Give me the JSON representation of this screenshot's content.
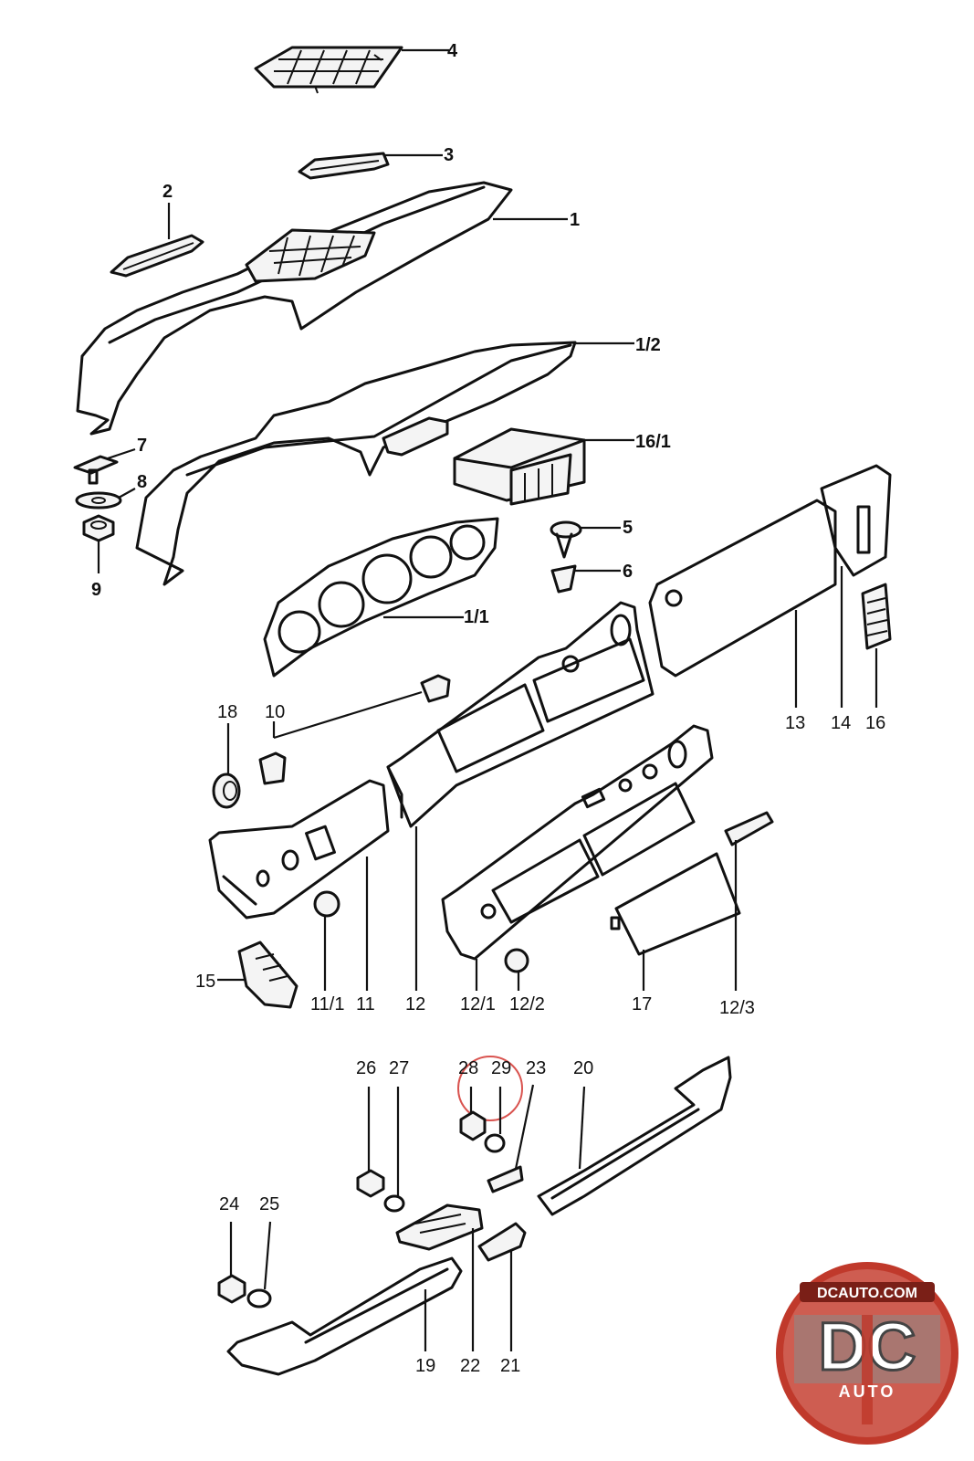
{
  "callouts": {
    "c1": "1",
    "c2": "2",
    "c3": "3",
    "c4": "4",
    "c12_top": "1/2",
    "c16_1": "16/1",
    "c7": "7",
    "c8": "8",
    "c9": "9",
    "c5": "5",
    "c6": "6",
    "c1_1": "1/1",
    "c18": "18",
    "c10": "10",
    "c13": "13",
    "c14": "14",
    "c16": "16",
    "c15": "15",
    "c11_1": "11/1",
    "c11": "11",
    "c12": "12",
    "c12_1": "12/1",
    "c12_2": "12/2",
    "c17": "17",
    "c12_3": "12/3",
    "c26": "26",
    "c27": "27",
    "c28": "28",
    "c29": "29",
    "c23": "23",
    "c20": "20",
    "c24": "24",
    "c25": "25",
    "c19": "19",
    "c22": "22",
    "c21": "21"
  },
  "logo": {
    "site": "DCAUTO.COM",
    "mark": "DC",
    "word": "AUTO"
  },
  "colors": {
    "highlight": "#d9534f",
    "logo_red": "#c0392b",
    "logo_gray": "#8a8a8a"
  }
}
